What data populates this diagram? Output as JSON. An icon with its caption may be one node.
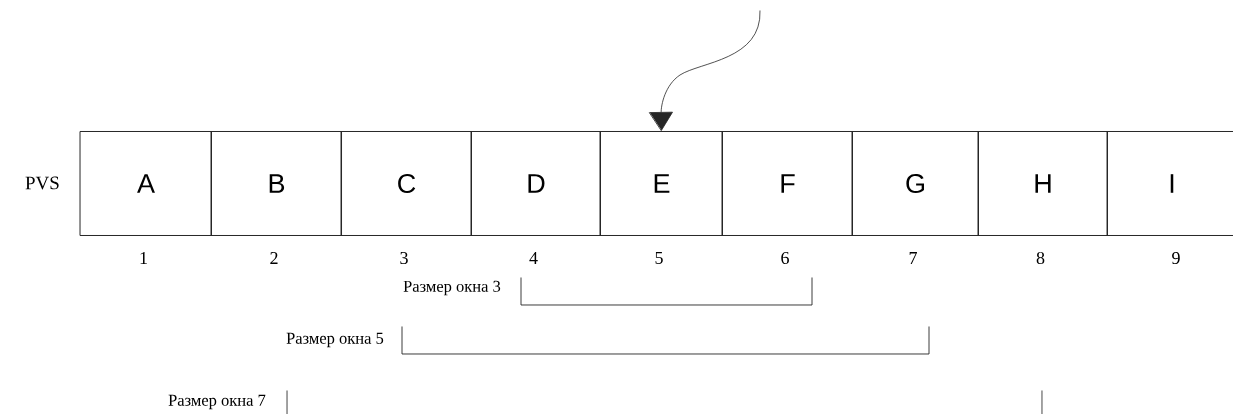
{
  "diagram": {
    "nodes": [
      {
        "text": [
          "A"
        ],
        "beside": [
          "1"
        ]
      },
      {
        "text": [
          "B"
        ],
        "beside": [
          "2"
        ]
      },
      {
        "text": [
          "C"
        ],
        "beside": [
          "3"
        ]
      },
      {
        "text": [
          "D"
        ],
        "beside": [
          "4"
        ]
      },
      {
        "text": [
          "E"
        ],
        "beside": [
          "5"
        ]
      },
      {
        "text": [
          "F"
        ],
        "beside": [
          "6"
        ]
      },
      {
        "text": [
          "G"
        ],
        "beside": [
          "7"
        ]
      },
      {
        "text": [
          "H"
        ],
        "beside": [
          "8"
        ]
      },
      {
        "text": [
          "I"
        ],
        "beside": [
          "9"
        ]
      }
    ],
    "edges": [
      {
        "from": null,
        "to": 4,
        "arrow": "to"
      }
    ],
    "labels": [
      "PVS",
      "Размер окна 3",
      "Размер окна 5",
      "Размер окна 7"
    ]
  }
}
